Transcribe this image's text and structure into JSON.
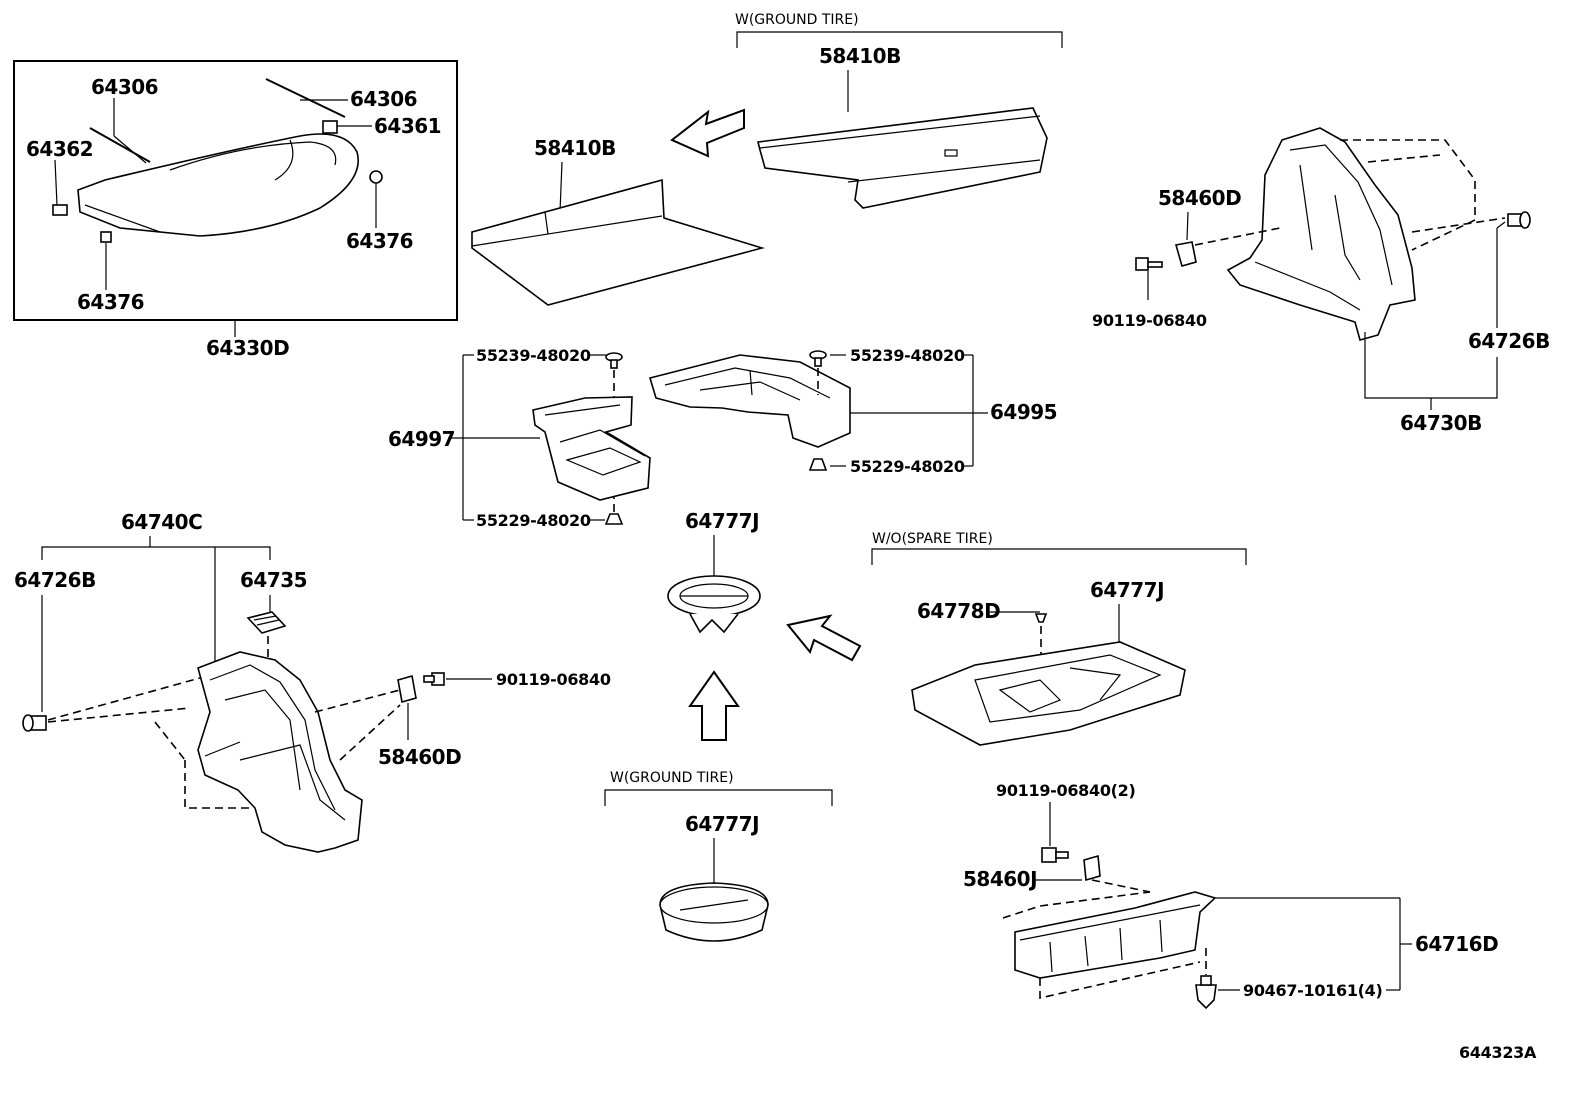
{
  "conditions": {
    "top_ground_tire": "W(GROUND TIRE)",
    "spare_tire": "W/O(SPARE TIRE)",
    "bottom_ground_tire": "W(GROUND TIRE)"
  },
  "labels": {
    "p64306_a": "64306",
    "p64306_b": "64306",
    "p64361": "64361",
    "p64362": "64362",
    "p64376_a": "64376",
    "p64376_b": "64376",
    "p64330D": "64330D",
    "p58410B_a": "58410B",
    "p58410B_b": "58410B",
    "p55239_a": "55239-48020",
    "p55239_b": "55239-48020",
    "p55229_a": "55229-48020",
    "p55229_b": "55229-48020",
    "p64997": "64997",
    "p64995": "64995",
    "p58460D_a": "58460D",
    "p58460D_b": "58460D",
    "p90119_a": "90119-06840",
    "p90119_b": "90119-06840",
    "p90119_c": "90119-06840(2)",
    "p64726B_a": "64726B",
    "p64726B_b": "64726B",
    "p64730B": "64730B",
    "p64740C": "64740C",
    "p64735": "64735",
    "p64777J_a": "64777J",
    "p64777J_b": "64777J",
    "p64777J_c": "64777J",
    "p64778D": "64778D",
    "p58460J": "58460J",
    "p64716D": "64716D",
    "p90467": "90467-10161(4)",
    "figure_id": "644323A"
  }
}
